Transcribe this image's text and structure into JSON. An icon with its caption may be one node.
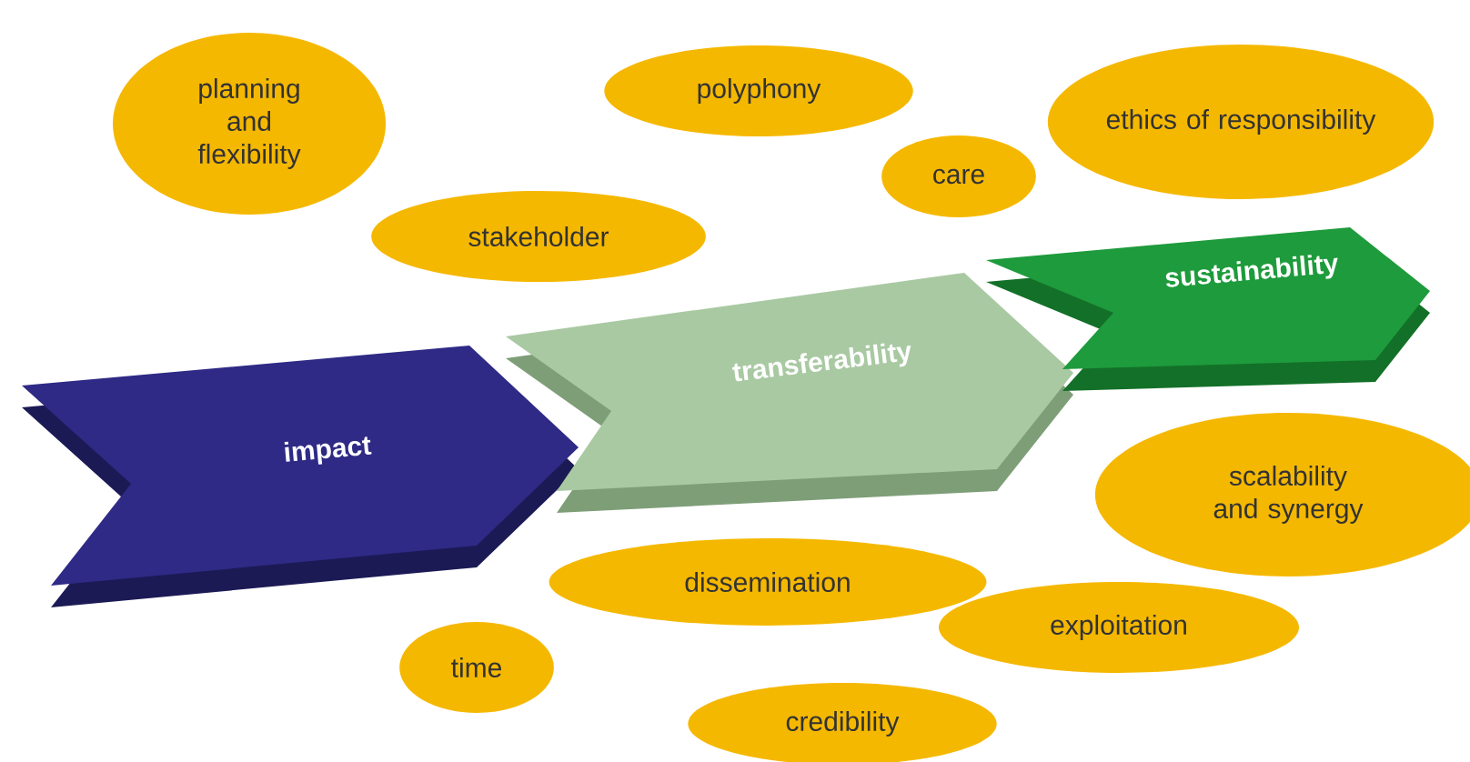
{
  "diagram": {
    "nodes": [
      {
        "text": [
          "planning and flexibility"
        ]
      },
      {
        "text": [
          "polyphony"
        ]
      },
      {
        "text": [
          "ethics of responsibility"
        ]
      },
      {
        "text": [
          "care"
        ]
      },
      {
        "text": [
          "stakeholder"
        ]
      },
      {
        "text": [
          "impact"
        ]
      },
      {
        "text": [
          "transferability"
        ]
      },
      {
        "text": [
          "sustainability"
        ]
      },
      {
        "text": [
          "scalability and synergy"
        ]
      },
      {
        "text": [
          "dissemination"
        ]
      },
      {
        "text": [
          "exploitation"
        ]
      },
      {
        "text": [
          "time"
        ]
      },
      {
        "text": [
          "credibility"
        ]
      }
    ]
  }
}
